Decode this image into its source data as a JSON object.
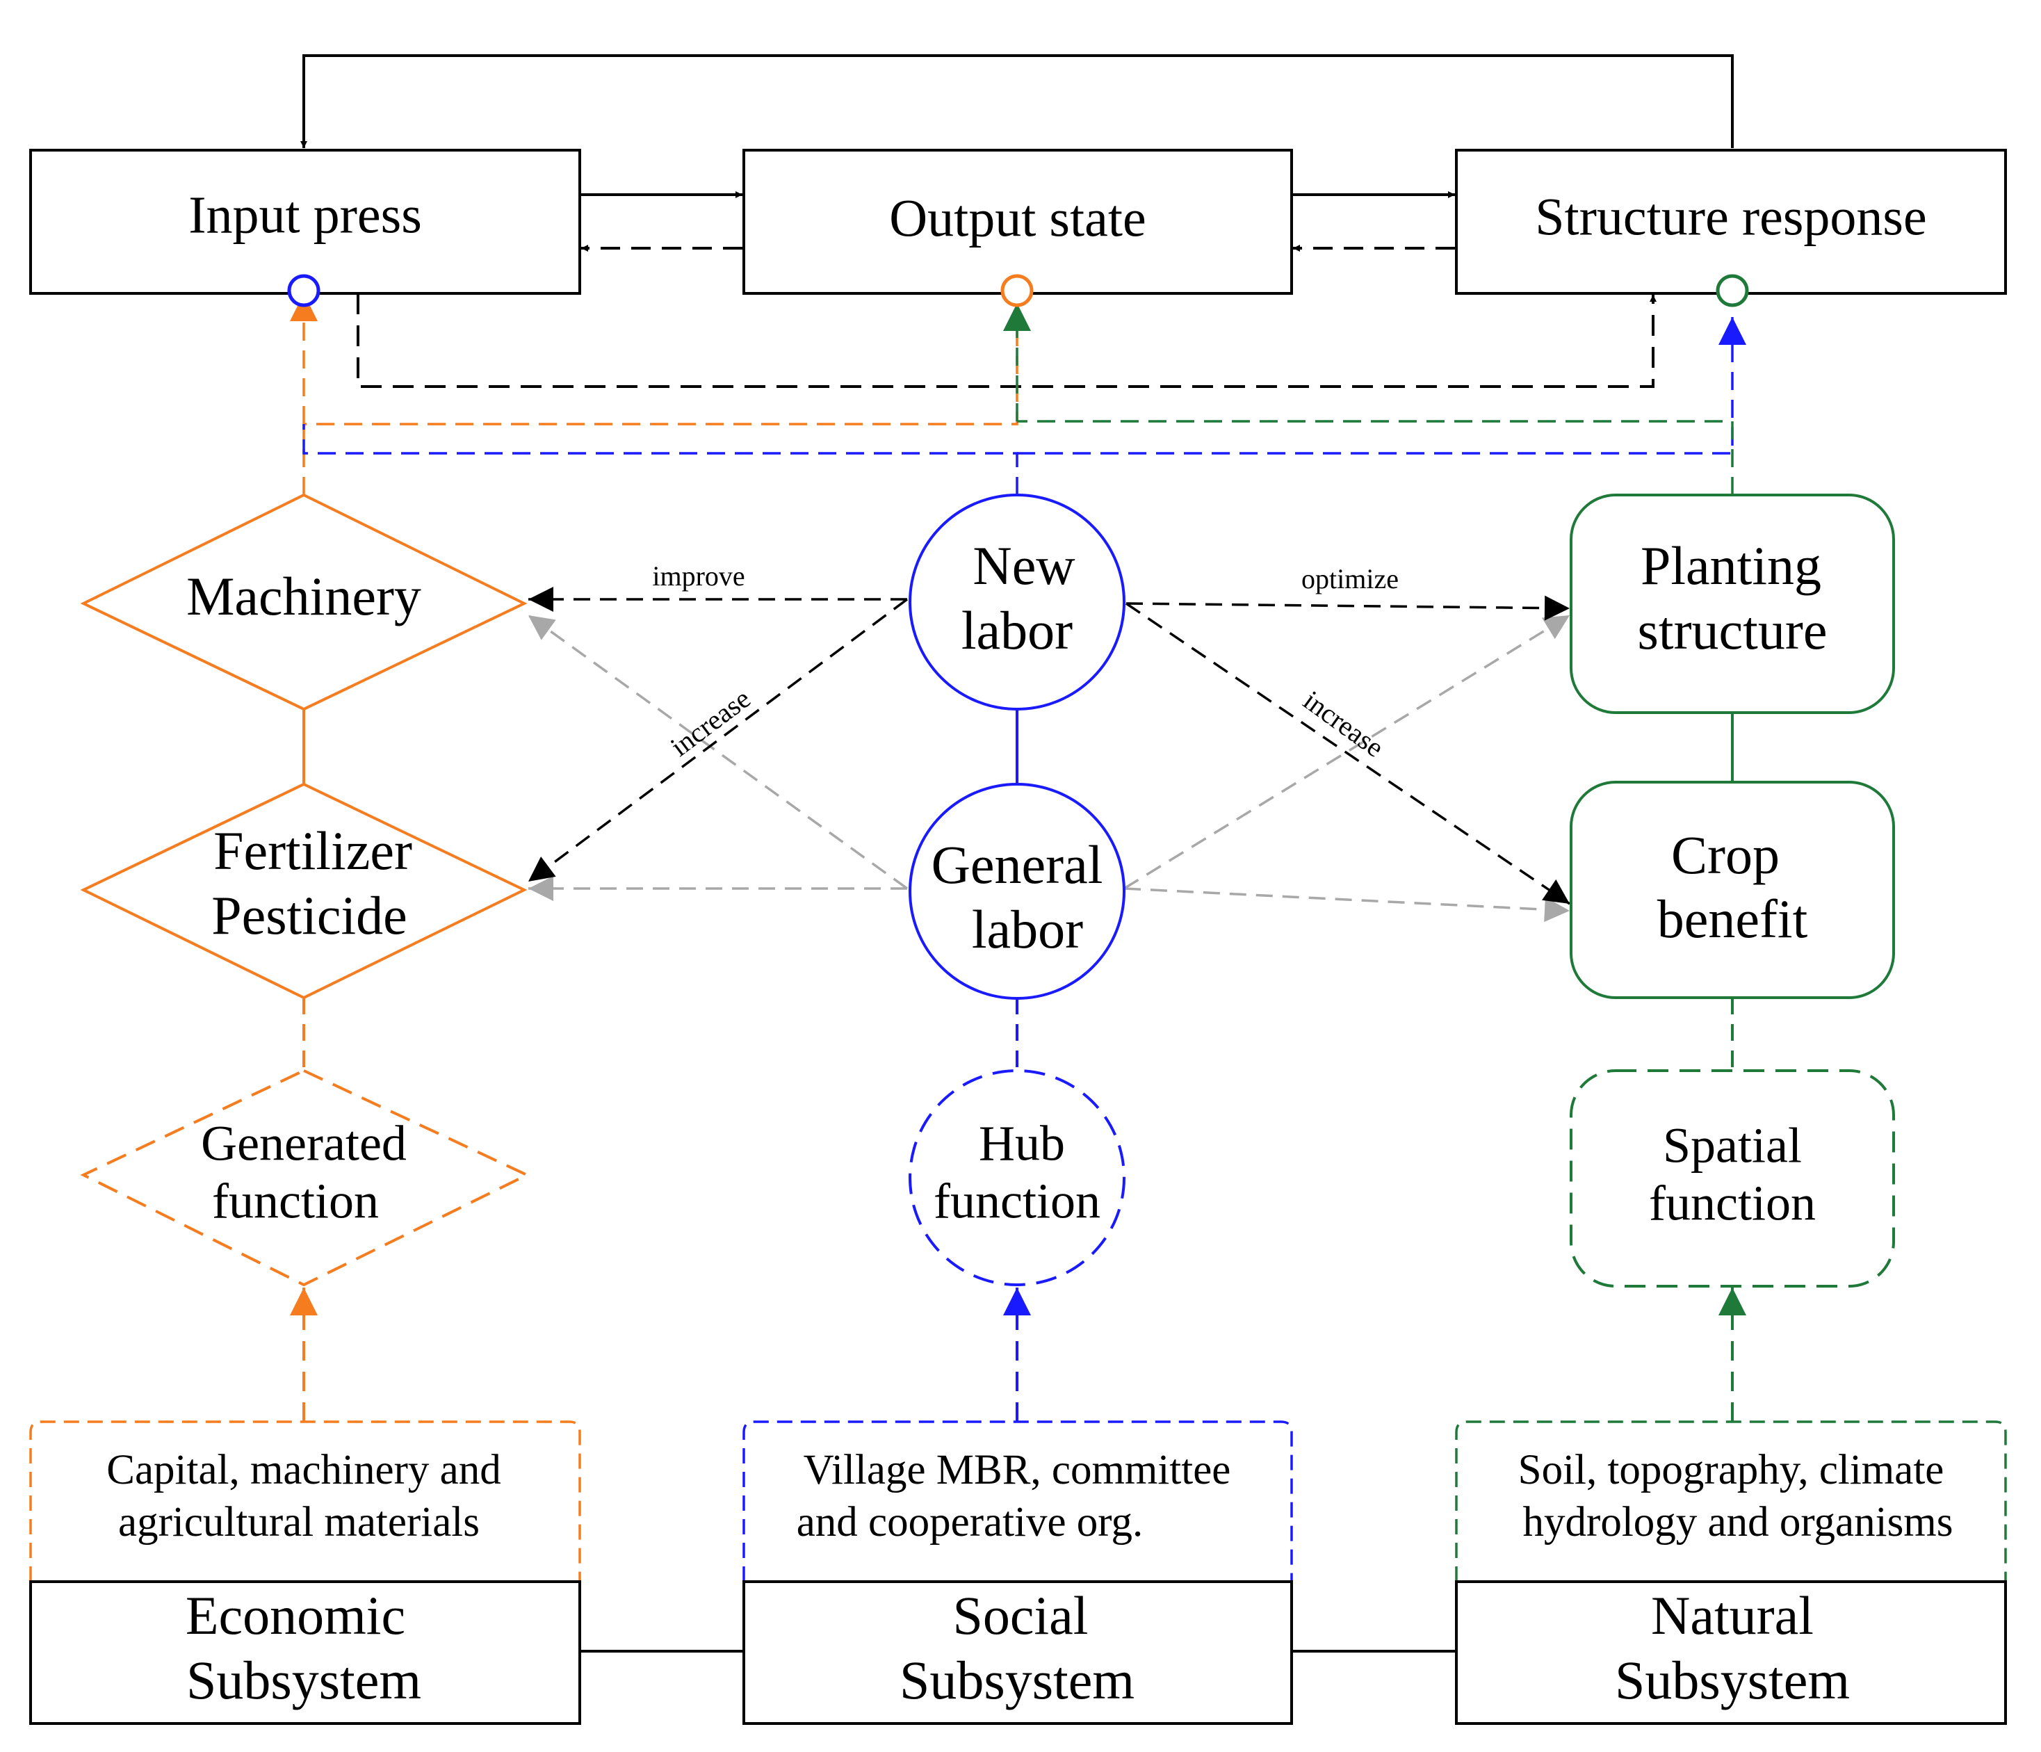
{
  "colors": {
    "economic": "#f57c1f",
    "social": "#1a1aff",
    "natural": "#1f7a3a",
    "black": "#000000",
    "gray": "#a8a8a8"
  },
  "top": {
    "input_press": "Input press",
    "output_state": "Output state",
    "structure_response": "Structure response"
  },
  "economic": {
    "machinery": "Machinery",
    "fertilizer_line1": "Fertilizer",
    "fertilizer_line2": "Pesticide",
    "generated_line1": "Generated",
    "generated_line2": "function",
    "source_line1": "Capital, machinery and",
    "source_line2": "agricultural materials",
    "subsystem_line1": "Economic",
    "subsystem_line2": "Subsystem"
  },
  "social": {
    "new_labor_line1": "New",
    "new_labor_line2": "labor",
    "general_labor_line1": "General",
    "general_labor_line2": "labor",
    "hub_line1": "Hub",
    "hub_line2": "function",
    "source_line1": "Village MBR, committee",
    "source_line2": "and cooperative org.",
    "subsystem_line1": "Social",
    "subsystem_line2": "Subsystem"
  },
  "natural": {
    "planting_line1": "Planting",
    "planting_line2": "structure",
    "crop_line1": "Crop",
    "crop_line2": "benefit",
    "spatial_line1": "Spatial",
    "spatial_line2": "function",
    "source_line1": "Soil, topography, climate",
    "source_line2": "hydrology and organisms",
    "subsystem_line1": "Natural",
    "subsystem_line2": "Subsystem"
  },
  "edge_labels": {
    "improve": "improve",
    "optimize": "optimize",
    "increase_left": "increase",
    "increase_right": "increase"
  }
}
